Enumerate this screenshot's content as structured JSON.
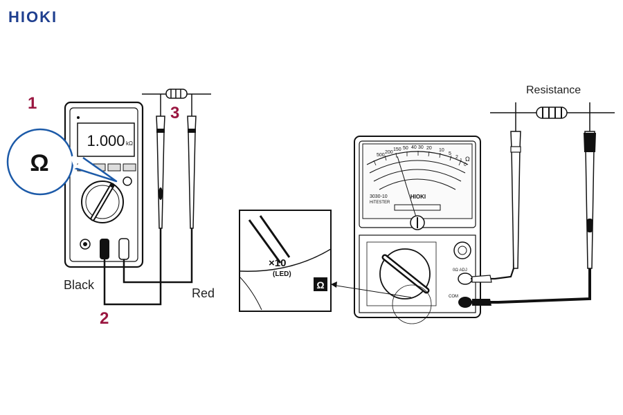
{
  "brand": {
    "logo_text": "HIOKI",
    "logo_color": "#1f3f8f"
  },
  "left_diagram": {
    "step1": "1",
    "step2": "2",
    "step3": "3",
    "ohm_symbol": "Ω",
    "display_value": "1.000",
    "display_unit": "kΩ",
    "black_label": "Black",
    "red_label": "Red"
  },
  "right_diagram": {
    "resistance_label": "Resistance",
    "range_setting": "×10",
    "range_note": "(LED)",
    "ohm_symbol": "Ω",
    "meter_model": "3030-10",
    "meter_type": "HiTESTER",
    "meter_brand": "HIOKI",
    "scale_numbers": [
      "500",
      "200",
      "150",
      "50",
      "40",
      "30",
      "20",
      "10",
      "5",
      "2",
      "1",
      "0"
    ],
    "terminal_0adj": "0Ω ADJ",
    "terminal_com": "COM"
  },
  "accent_color": "#9a1640",
  "callout_color": "#1c5aa8"
}
